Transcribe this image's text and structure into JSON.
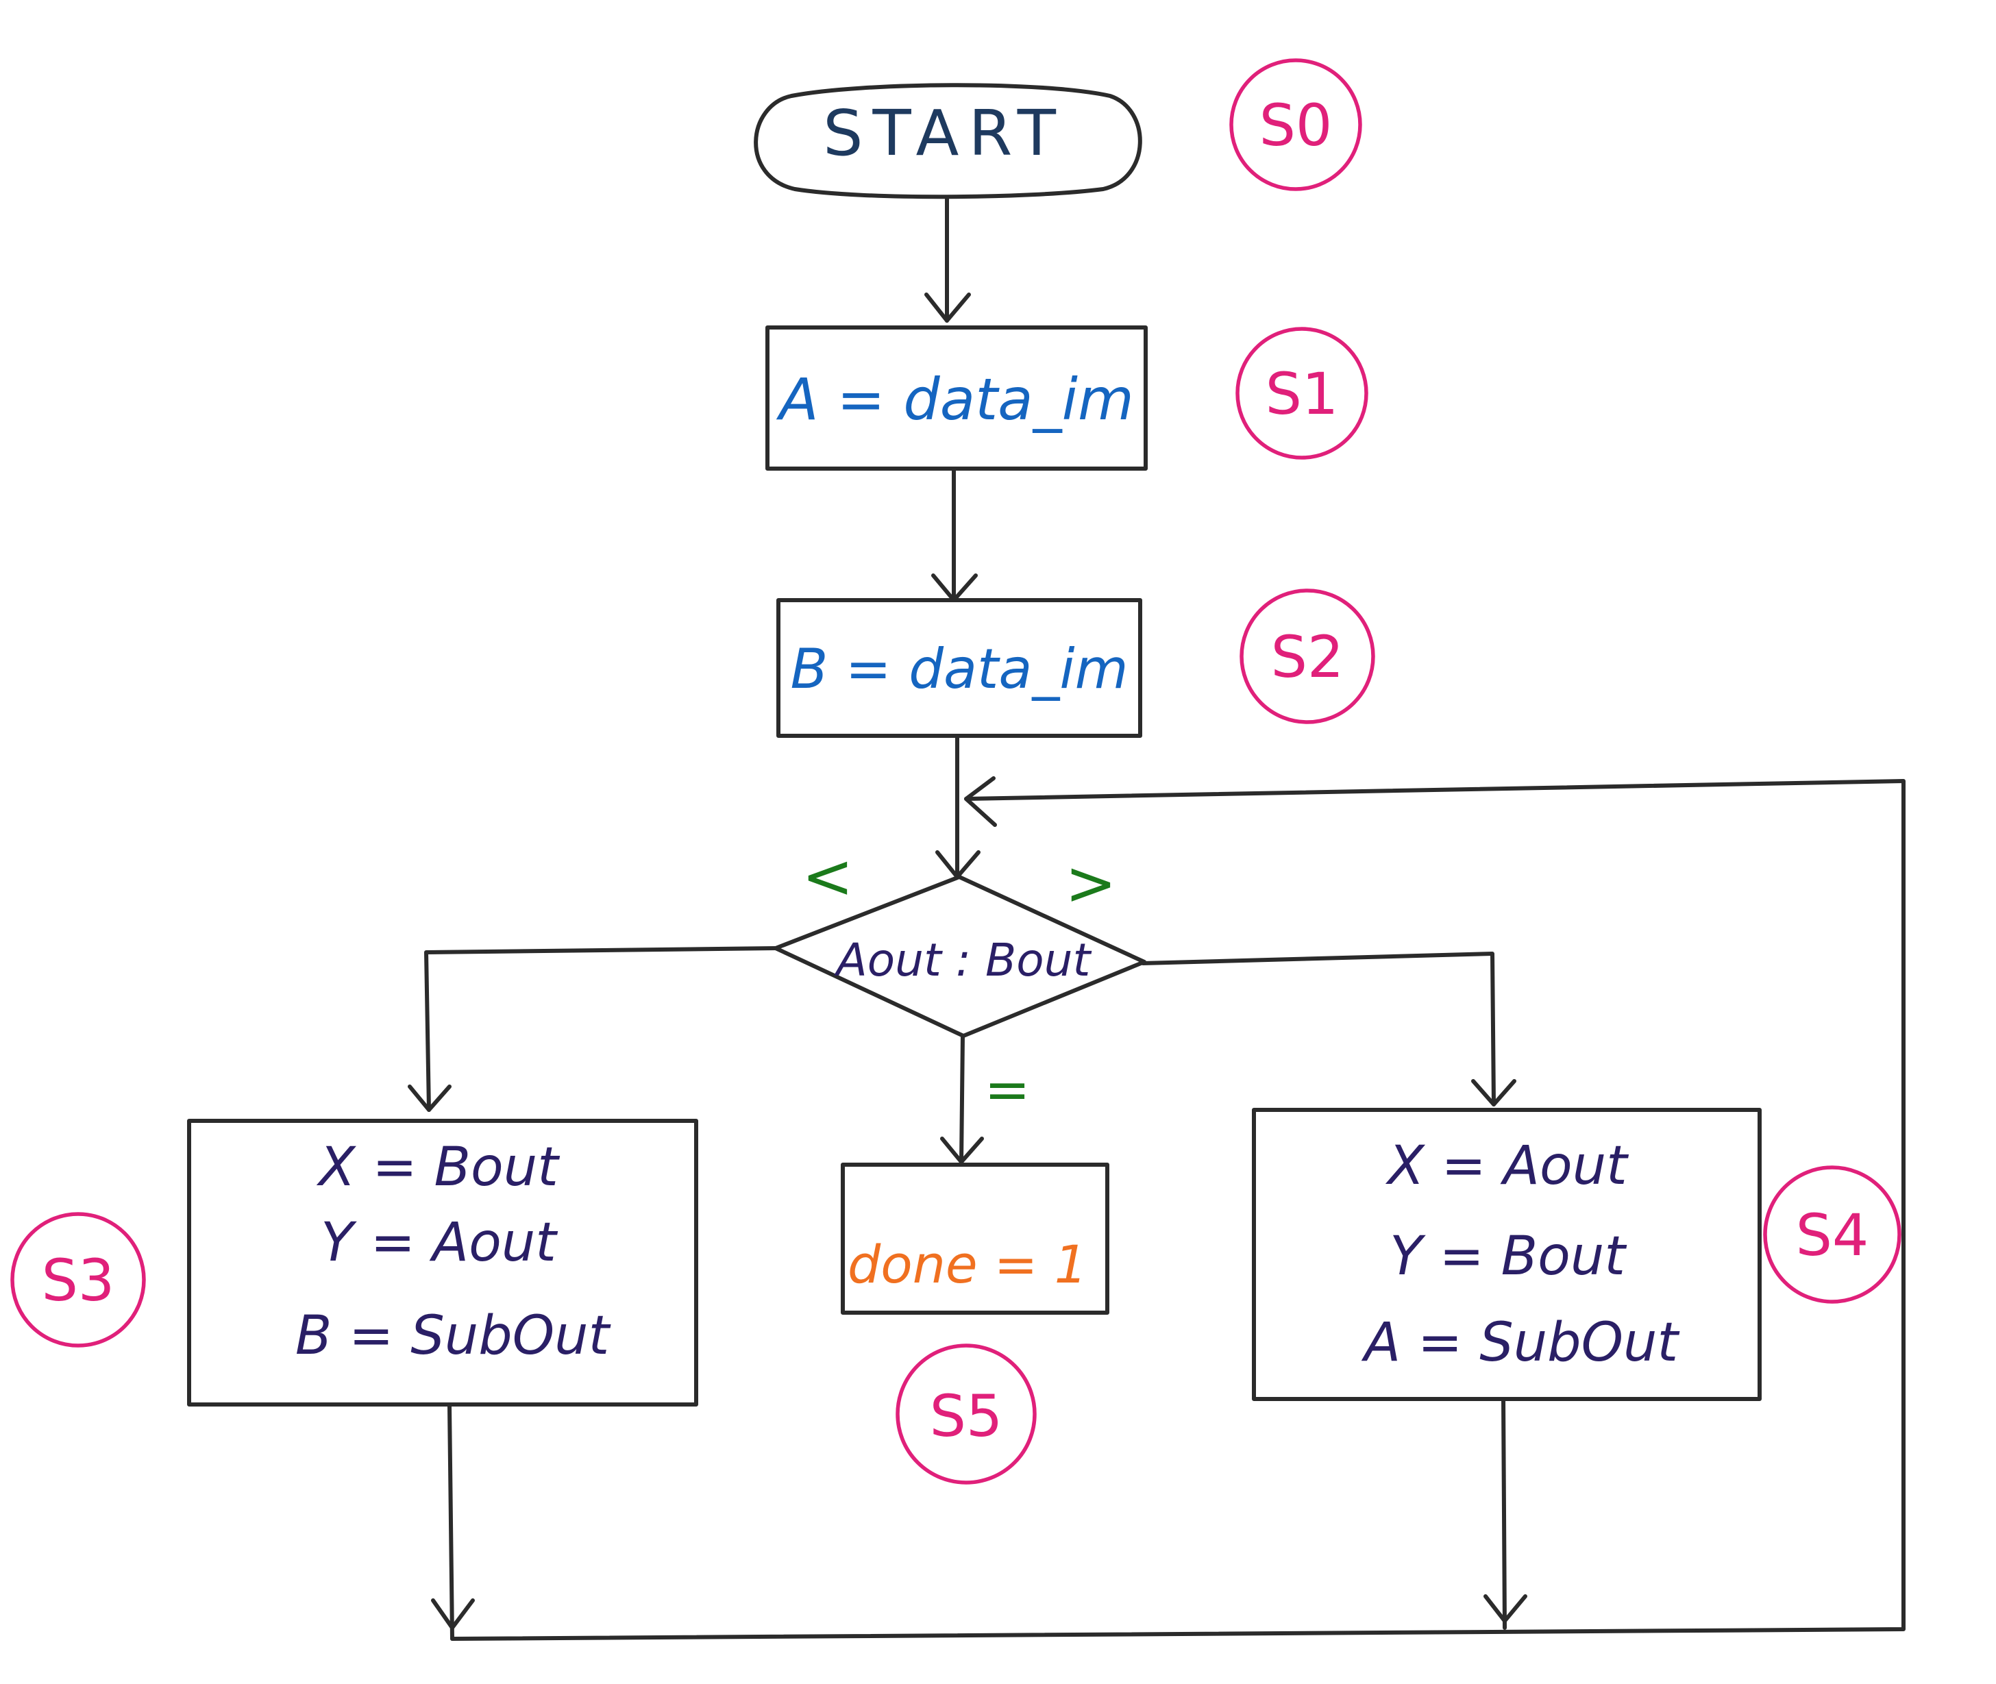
{
  "colors": {
    "ink": "#2b2b2b",
    "state_label": "#e0207a",
    "start_text": "#1e3a5f",
    "load_text": "#1565c0",
    "op_text": "#2a1f66",
    "compare_text": "#2a1f66",
    "done_text": "#f07020",
    "branch_symbol": "#1b7a1b"
  },
  "nodes": {
    "start": {
      "label": "START",
      "state": "S0"
    },
    "load_a": {
      "label": "A = data_im",
      "state": "S1"
    },
    "load_b": {
      "label": "B = data_im",
      "state": "S2"
    },
    "compare": {
      "label": "Aout : Bout"
    },
    "less_branch": {
      "lines": [
        "X = Bout",
        "Y = Aout",
        "B = SubOut"
      ],
      "state": "S3"
    },
    "greater_branch": {
      "lines": [
        "X = Aout",
        "Y = Bout",
        "A = SubOut"
      ],
      "state": "S4"
    },
    "done": {
      "label": "done = 1",
      "state": "S5"
    }
  },
  "branch_symbols": {
    "less": "<",
    "greater": ">",
    "equal": "="
  }
}
